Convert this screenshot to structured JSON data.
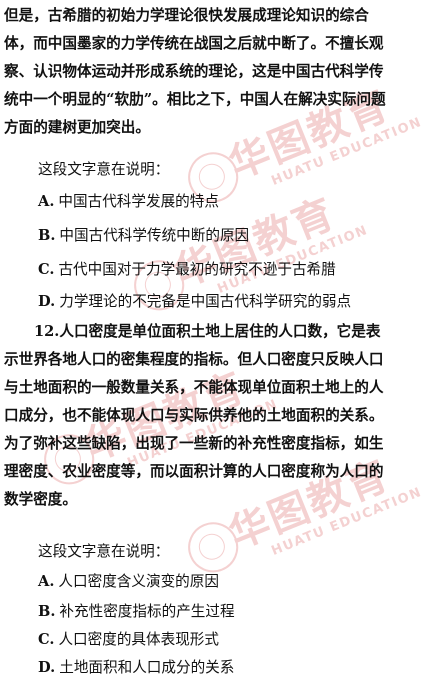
{
  "watermark": {
    "brand": "华图教育",
    "sub": "HUATU EDUCATION",
    "instances": 3
  },
  "passage11": {
    "lines": [
      "但是，古希腊的初始力学理论很快发展成理论知识的综合",
      "体，而中国墨家的力学传统在战国之后就中断了。不擅长观",
      "察、认识物体运动并形成系统的理论，这是中国古代科学传",
      "统中一个明显的“软肋”。相比之下，中国人在解决实际问题",
      "方面的建树更加突出。"
    ],
    "question": "这段文字意在说明：",
    "options": [
      {
        "letter": "A.",
        "text": "中国古代科学发展的特点"
      },
      {
        "letter": "B.",
        "text": "中国古代科学传统中断的原因"
      },
      {
        "letter": "C.",
        "text": "古代中国对于力学最初的研究不逊于古希腊"
      },
      {
        "letter": "D.",
        "text": "力学理论的不完备是中国古代科学研究的弱点"
      }
    ]
  },
  "passage12": {
    "number": "12.",
    "first_line": "人口密度是单位面积土地上居住的人口数，它是表",
    "lines": [
      "示世界各地人口的密集程度的指标。但人口密度只反映人口",
      "与土地面积的一般数量关系，不能体现单位面积土地上的人",
      "口成分，也不能体现人口与实际供养他的土地面积的关系。",
      "为了弥补这些缺陷，出现了一些新的补充性密度指标，如生",
      "理密度、农业密度等，而以面积计算的人口密度称为人口的",
      "数学密度。"
    ],
    "question": "这段文字意在说明：",
    "options": [
      {
        "letter": "A.",
        "text": "人口密度含义演变的原因"
      },
      {
        "letter": "B.",
        "text": "补充性密度指标的产生过程"
      },
      {
        "letter": "C.",
        "text": "人口密度的具体表现形式"
      },
      {
        "letter": "D.",
        "text": "土地面积和人口成分的关系"
      }
    ]
  }
}
